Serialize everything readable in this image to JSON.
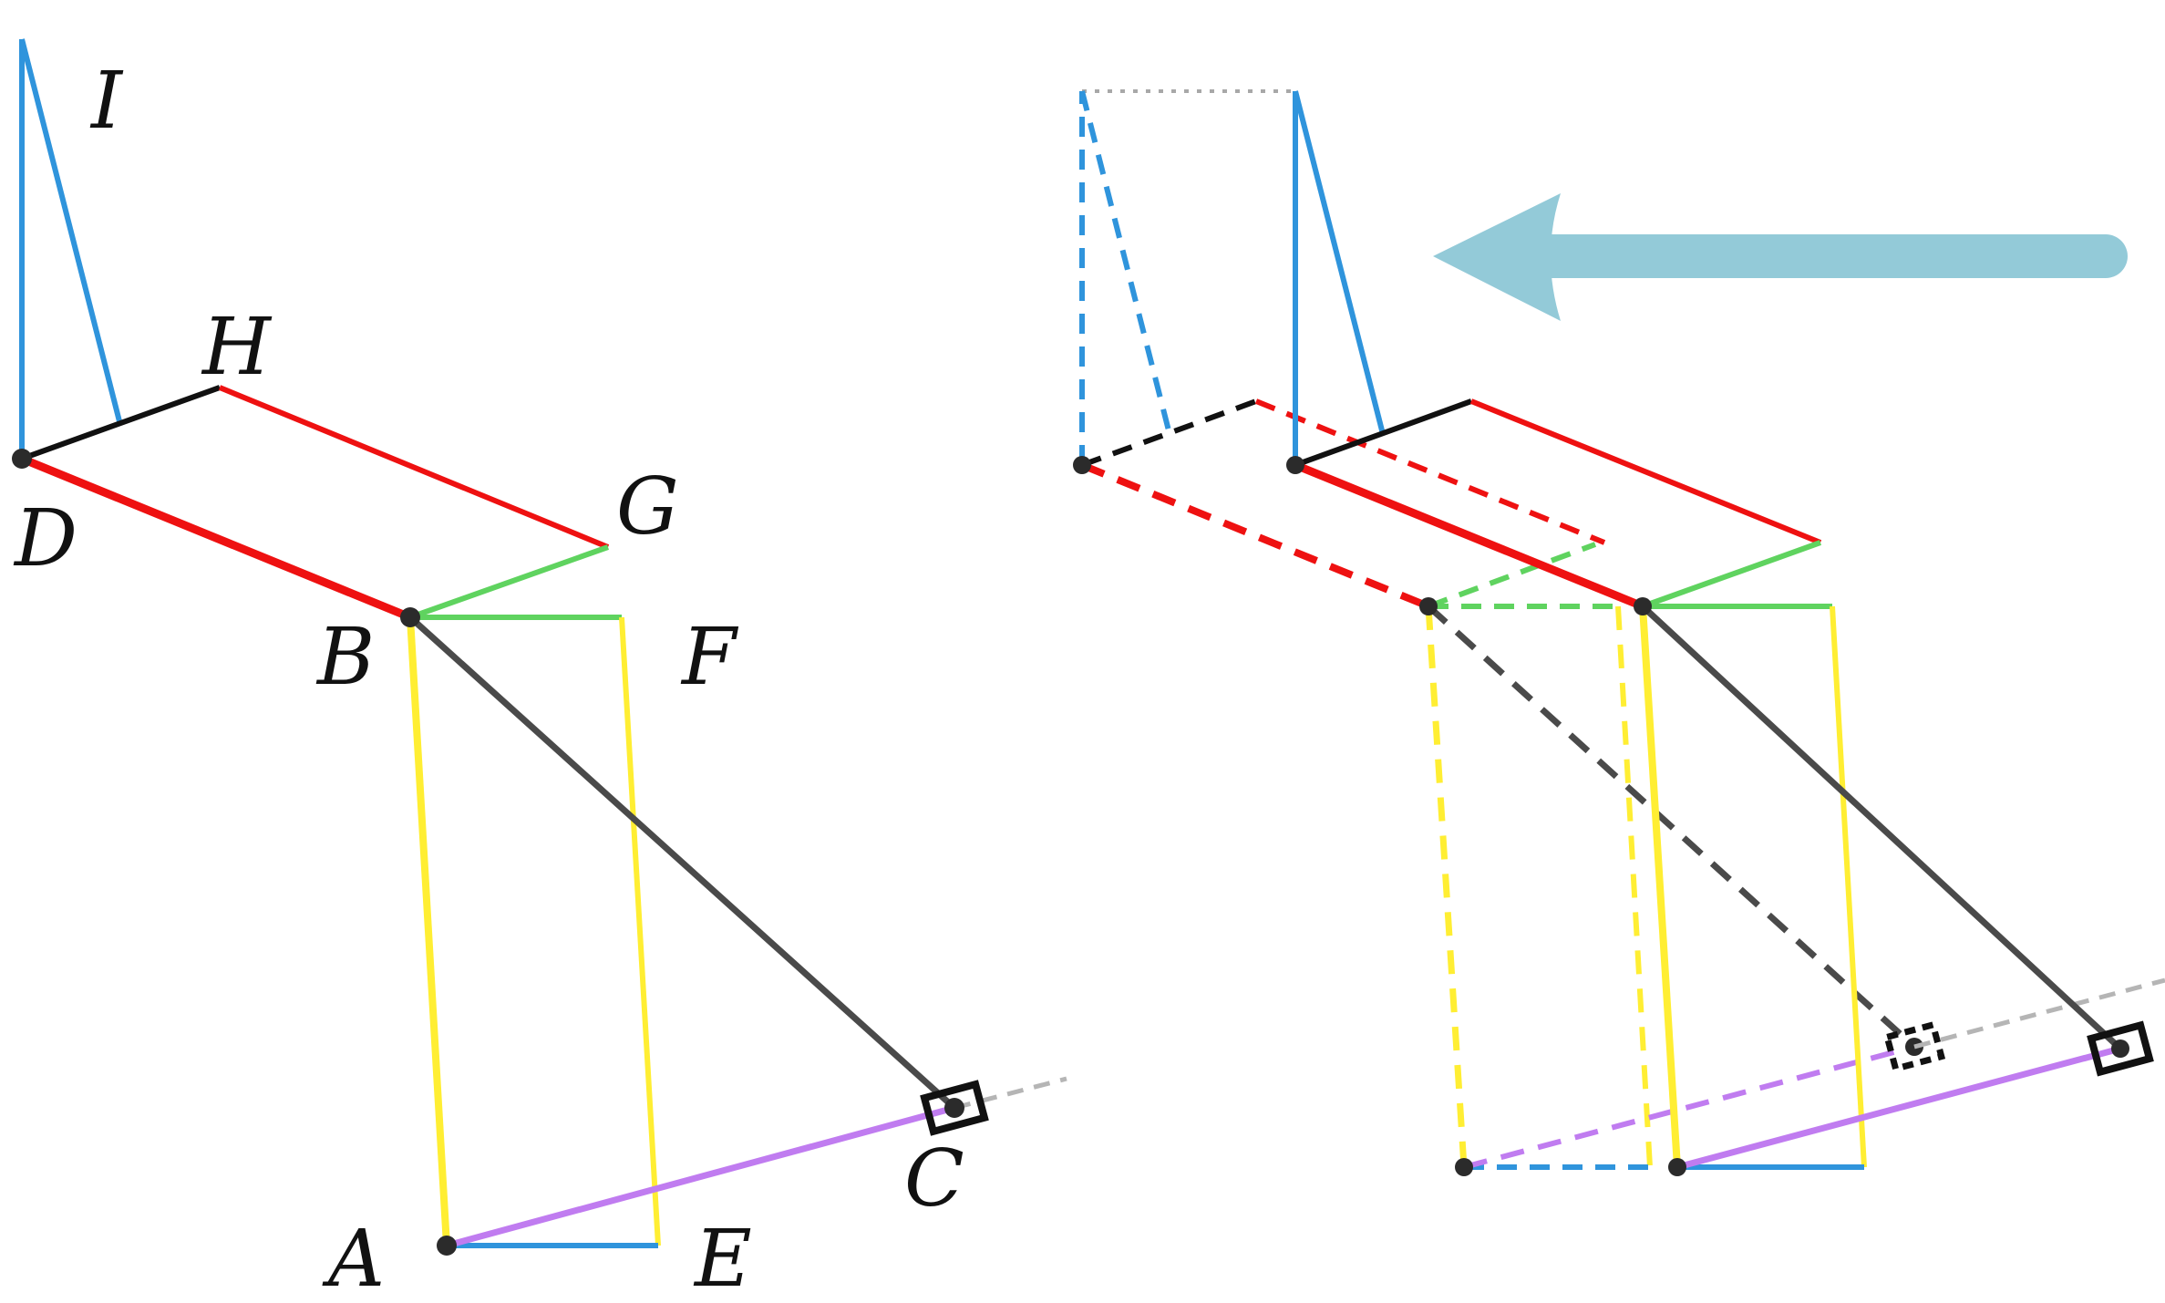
{
  "diagram": {
    "labels": {
      "A": "A",
      "B": "B",
      "C": "C",
      "D": "D",
      "E": "E",
      "F": "F",
      "G": "G",
      "H": "H",
      "I": "I"
    },
    "colors": {
      "red": "#ee1111",
      "green": "#5fd35f",
      "yellow": "#ffee33",
      "blue": "#2f94dc",
      "purple": "#c07cf0",
      "dark": "#4a4a4a",
      "black": "#111111",
      "guide_gray": "#b5b5b5",
      "arrow": "#93cad8"
    },
    "arrow_direction": "left"
  }
}
